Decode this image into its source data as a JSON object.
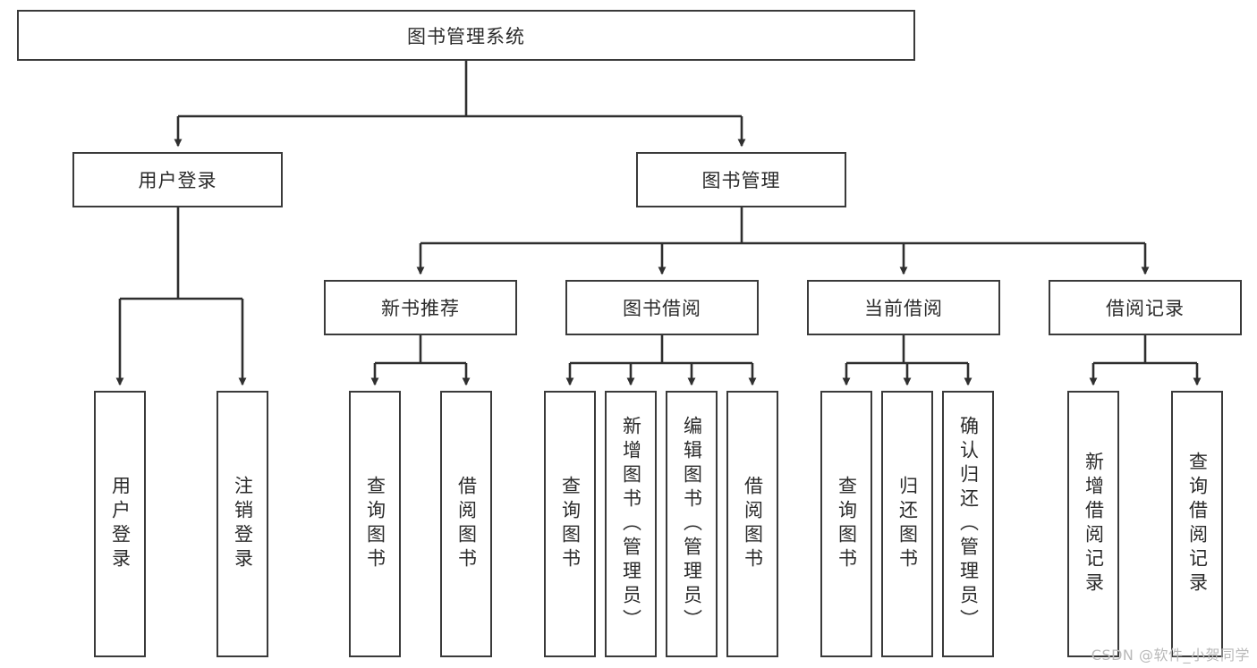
{
  "diagram": {
    "title": "图书管理系统",
    "type": "tree-hierarchy-diagram",
    "watermark": "CSDN @软件_小贺同学",
    "colors": {
      "box_border": "#3a3a3a",
      "box_fill": "#ffffff",
      "edge": "#2f2f2f",
      "text": "#2b2b2b",
      "watermark": "#b9b9b9",
      "background": "#ffffff"
    },
    "nodes": {
      "root": {
        "label": "图书管理系统"
      },
      "level1": [
        {
          "label": "用户登录"
        },
        {
          "label": "图书管理"
        }
      ],
      "level2": [
        {
          "label": "新书推荐"
        },
        {
          "label": "图书借阅"
        },
        {
          "label": "当前借阅"
        },
        {
          "label": "借阅记录"
        }
      ],
      "leaves": {
        "user_login": [
          {
            "label": "用户登录"
          },
          {
            "label": "注销登录"
          }
        ],
        "new_book_recommend": [
          {
            "label": "查询图书"
          },
          {
            "label": "借阅图书"
          }
        ],
        "book_borrow": [
          {
            "label": "查询图书"
          },
          {
            "label": "新增图书（管理员）"
          },
          {
            "label": "编辑图书（管理员）"
          },
          {
            "label": "借阅图书"
          }
        ],
        "current_borrow": [
          {
            "label": "查询图书"
          },
          {
            "label": "归还图书"
          },
          {
            "label": "确认归还（管理员）"
          }
        ],
        "borrow_record": [
          {
            "label": "新增借阅记录"
          },
          {
            "label": "查询借阅记录"
          }
        ]
      }
    }
  }
}
